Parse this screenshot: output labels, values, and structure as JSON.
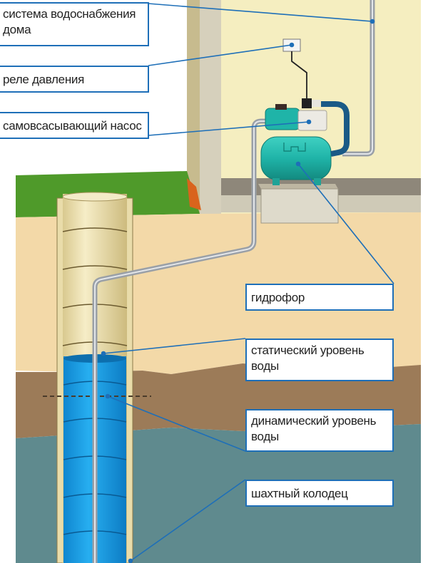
{
  "title": "Схема подключения насосной станции к шахтному колодцу",
  "labels": {
    "water_supply": "система водоснабжения дома",
    "pressure_relay": "реле давления",
    "pump": "самовсасывающий насос",
    "hydrophore": "гидрофор",
    "static_level": "статический уровень воды",
    "dynamic_level": "динамический уровень воды",
    "shaft_well": "шахтный колодец"
  },
  "colors": {
    "callout": "#1e6fb8",
    "wall": "#f5eec0",
    "grass": "#4f9a2a",
    "sand": "#f3d9a8",
    "clay": "#9c7b58",
    "aquifer": "#5f8a8e",
    "water": "#1ea0e6",
    "well_ring": "#e9dcaa",
    "pump_body": "#1fb4a8"
  }
}
